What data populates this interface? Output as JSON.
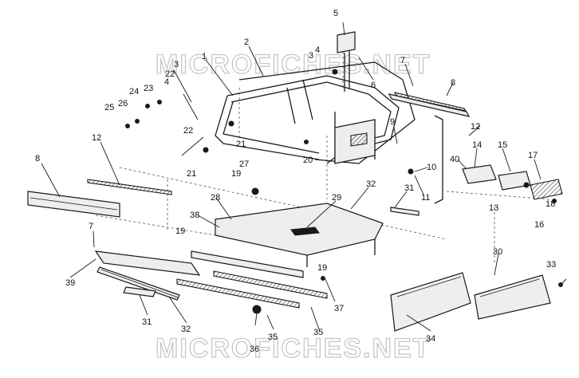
{
  "watermark": {
    "top": "MICROFICHES.NET",
    "bottom": "MICROFICHES.NET"
  },
  "callouts": [
    "1",
    "2",
    "3",
    "3",
    "4",
    "4",
    "5",
    "6",
    "7",
    "7",
    "8",
    "8",
    "9",
    "10",
    "11",
    "12",
    "12",
    "13",
    "14",
    "15",
    "16",
    "17",
    "18",
    "19",
    "19",
    "19",
    "20",
    "21",
    "21",
    "22",
    "22",
    "23",
    "24",
    "25",
    "26",
    "27",
    "28",
    "29",
    "30",
    "31",
    "31",
    "32",
    "32",
    "33",
    "34",
    "35",
    "35",
    "36",
    "37",
    "38",
    "39",
    "40"
  ]
}
